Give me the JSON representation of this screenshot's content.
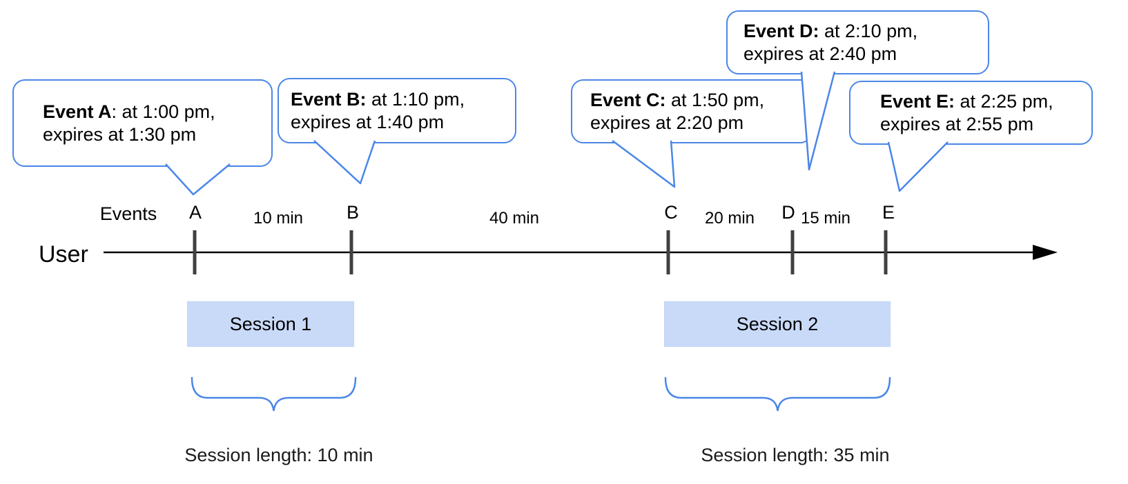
{
  "diagram": {
    "events_axis_label": "Events",
    "user_label": "User",
    "callouts": [
      {
        "event": "A",
        "title_bold": "Event A",
        "title_rest": ": at 1:00 pm,",
        "line2": "expires at 1:30 pm"
      },
      {
        "event": "B",
        "title_bold": "Event B:",
        "title_rest": " at 1:10 pm,",
        "line2": "expires at 1:40 pm"
      },
      {
        "event": "C",
        "title_bold": "Event C:",
        "title_rest": " at 1:50 pm,",
        "line2": "expires at 2:20 pm"
      },
      {
        "event": "D",
        "title_bold": "Event D:",
        "title_rest": " at 2:10 pm,",
        "line2": "expires at 2:40 pm"
      },
      {
        "event": "E",
        "title_bold": "Event E:",
        "title_rest": " at 2:25 pm,",
        "line2": "expires at 2:55 pm"
      }
    ],
    "timeline": {
      "tick_labels": [
        "A",
        "B",
        "C",
        "D",
        "E"
      ],
      "gap_labels": [
        "10 min",
        "40 min",
        "20 min",
        "15 min"
      ]
    },
    "sessions": [
      {
        "label": "Session 1",
        "length_label": "Session length: 10 min"
      },
      {
        "label": "Session 2",
        "length_label": "Session length: 35 min"
      }
    ],
    "colors": {
      "callout_border": "#4a86e8",
      "brace": "#4a86e8",
      "session_fill": "#c9daf8",
      "tick": "#404040",
      "axis": "#000000"
    }
  }
}
